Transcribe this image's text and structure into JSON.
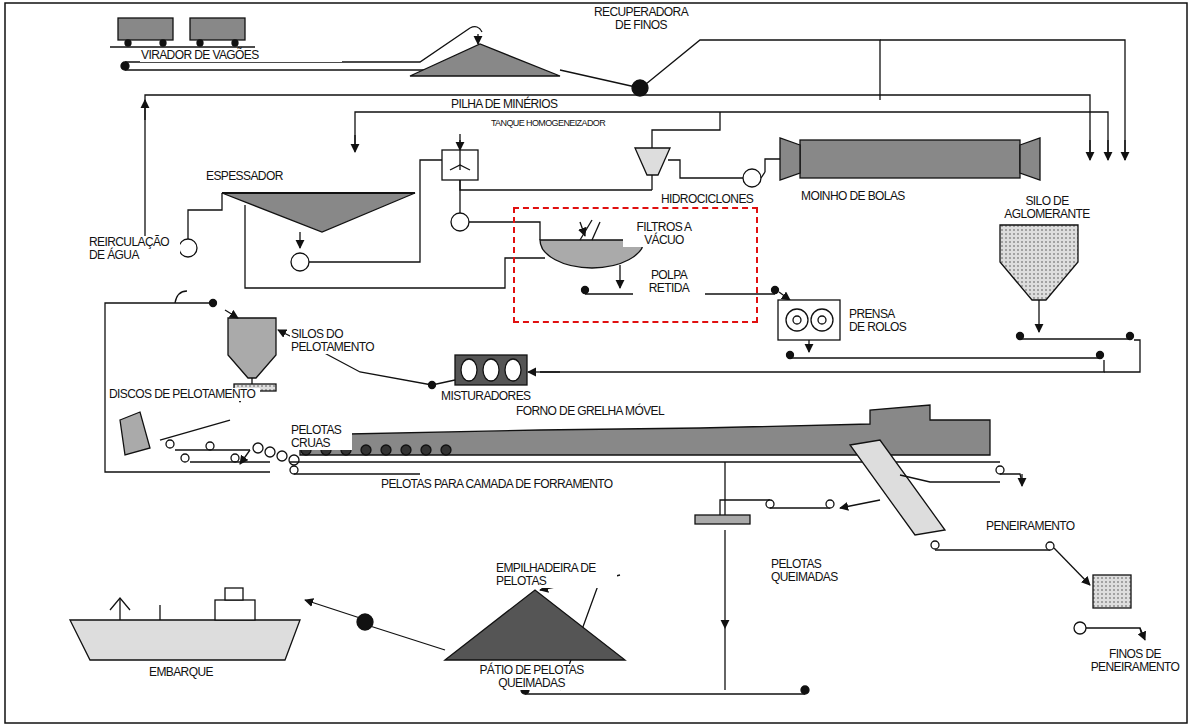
{
  "diagram": {
    "nodes": [
      {
        "text": [
          "FILTROS A VÁCUO",
          "POLPA RETIDA"
        ]
      }
    ],
    "labels": [
      "VIRADOR DE VAGÕES",
      "RECUPERADORA DE FINOS",
      "PILHA DE MINÉRIOS",
      "TANQUE HOMOGENEIZADOR",
      "ESPESSADOR",
      "HIDROCICLONES",
      "MOINHO DE BOLAS",
      "REIRCULAÇÃO DE ÁGUA",
      "SILO DE AGLOMERANTE",
      "PRENSA DE ROLOS",
      "SILOS DO PELOTAMENTO",
      "MISTURADORES",
      "DISCOS DE PELOTAMENTO",
      "PELOTAS CRUAS",
      "FORNO DE GRELHA MÓVEL",
      "PELOTAS PARA CAMADA DE FORRAMENTO",
      "PENEIRAMENTO",
      "EMPILHADEIRA DE PELOTAS",
      "PELOTAS QUEIMADAS",
      "EMBARQUE",
      "PÁTIO DE PELOTAS QUEIMADAS",
      "FINOS DE PENEIRAMENTO"
    ]
  }
}
